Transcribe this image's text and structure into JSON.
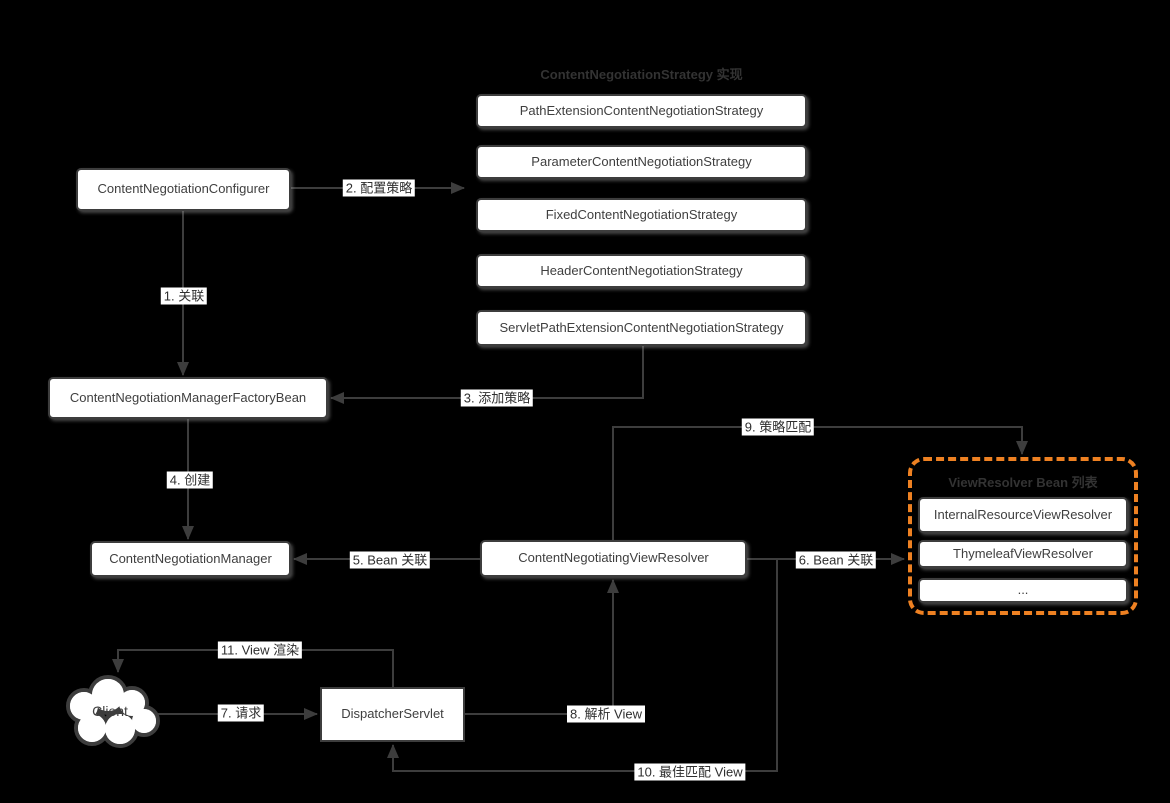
{
  "diagram": {
    "titles": {
      "strategy_group": "ContentNegotiationStrategy 实现",
      "viewresolver_group": "ViewResolver Bean 列表"
    },
    "nodes": {
      "configurer": "ContentNegotiationConfigurer",
      "factory_bean": "ContentNegotiationManagerFactoryBean",
      "manager": "ContentNegotiationManager",
      "negotiating_view_resolver": "ContentNegotiatingViewResolver",
      "dispatcher_servlet": "DispatcherServlet",
      "client": "Client"
    },
    "strategy_nodes": [
      "PathExtensionContentNegotiationStrategy",
      "ParameterContentNegotiationStrategy",
      "FixedContentNegotiationStrategy",
      "HeaderContentNegotiationStrategy",
      "ServletPathExtensionContentNegotiationStrategy"
    ],
    "viewresolver_nodes": [
      "InternalResourceViewResolver",
      "ThymeleafViewResolver",
      "..."
    ],
    "edge_labels": {
      "e1": "1. 关联",
      "e2": "2. 配置策略",
      "e3": "3. 添加策略",
      "e4": "4. 创建",
      "e5": "5. Bean 关联",
      "e6": "6. Bean 关联",
      "e7": "7. 请求",
      "e8": "8. 解析 View",
      "e9": "9. 策略匹配",
      "e10": "10. 最佳匹配 View",
      "e11": "11. View 渲染"
    },
    "colors": {
      "background": "#000000",
      "line": "#3d3d3d",
      "node_fill": "#ffffff",
      "node_text": "#3f3f3f",
      "accent_orange": "#ee8122",
      "muted_title": "#333333"
    }
  }
}
